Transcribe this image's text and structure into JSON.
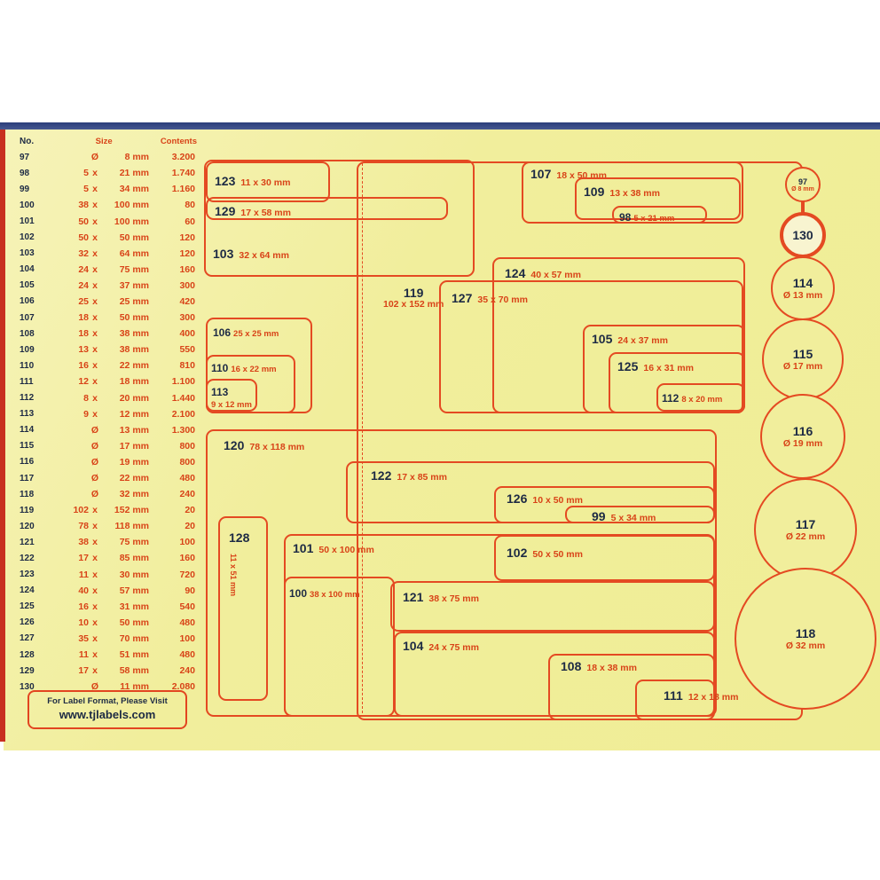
{
  "table": {
    "headers": {
      "no": "No.",
      "size": "Size",
      "contents": "Contents"
    },
    "rows": [
      [
        "97",
        "",
        "Ø",
        "8 mm",
        "3.200"
      ],
      [
        "98",
        "5",
        "x",
        "21 mm",
        "1.740"
      ],
      [
        "99",
        "5",
        "x",
        "34 mm",
        "1.160"
      ],
      [
        "100",
        "38",
        "x",
        "100 mm",
        "80"
      ],
      [
        "101",
        "50",
        "x",
        "100 mm",
        "60"
      ],
      [
        "102",
        "50",
        "x",
        "50 mm",
        "120"
      ],
      [
        "103",
        "32",
        "x",
        "64 mm",
        "120"
      ],
      [
        "104",
        "24",
        "x",
        "75 mm",
        "160"
      ],
      [
        "105",
        "24",
        "x",
        "37 mm",
        "300"
      ],
      [
        "106",
        "25",
        "x",
        "25 mm",
        "420"
      ],
      [
        "107",
        "18",
        "x",
        "50 mm",
        "300"
      ],
      [
        "108",
        "18",
        "x",
        "38 mm",
        "400"
      ],
      [
        "109",
        "13",
        "x",
        "38 mm",
        "550"
      ],
      [
        "110",
        "16",
        "x",
        "22 mm",
        "810"
      ],
      [
        "111",
        "12",
        "x",
        "18 mm",
        "1.100"
      ],
      [
        "112",
        "8",
        "x",
        "20 mm",
        "1.440"
      ],
      [
        "113",
        "9",
        "x",
        "12 mm",
        "2.100"
      ],
      [
        "114",
        "",
        "Ø",
        "13 mm",
        "1.300"
      ],
      [
        "115",
        "",
        "Ø",
        "17 mm",
        "800"
      ],
      [
        "116",
        "",
        "Ø",
        "19 mm",
        "800"
      ],
      [
        "117",
        "",
        "Ø",
        "22 mm",
        "480"
      ],
      [
        "118",
        "",
        "Ø",
        "32 mm",
        "240"
      ],
      [
        "119",
        "102",
        "x",
        "152 mm",
        "20"
      ],
      [
        "120",
        "78",
        "x",
        "118 mm",
        "20"
      ],
      [
        "121",
        "38",
        "x",
        "75 mm",
        "100"
      ],
      [
        "122",
        "17",
        "x",
        "85 mm",
        "160"
      ],
      [
        "123",
        "11",
        "x",
        "30 mm",
        "720"
      ],
      [
        "124",
        "40",
        "x",
        "57 mm",
        "90"
      ],
      [
        "125",
        "16",
        "x",
        "31 mm",
        "540"
      ],
      [
        "126",
        "10",
        "x",
        "50 mm",
        "480"
      ],
      [
        "127",
        "35",
        "x",
        "70 mm",
        "100"
      ],
      [
        "128",
        "11",
        "x",
        "51 mm",
        "480"
      ],
      [
        "129",
        "17",
        "x",
        "58 mm",
        "240"
      ],
      [
        "130",
        "",
        "Ø",
        "11 mm",
        "2.080"
      ]
    ]
  },
  "visit": {
    "line1": "For Label Format, Please Visit",
    "line2": "www.tjlabels.com"
  },
  "labels": [
    {
      "id": "103",
      "size": "32 x 64 mm"
    },
    {
      "id": "123",
      "size": "11 x 30 mm"
    },
    {
      "id": "129",
      "size": "17 x 58 mm"
    },
    {
      "id": "119",
      "size": "102 x 152 mm"
    },
    {
      "id": "107",
      "size": "18 x 50 mm"
    },
    {
      "id": "109",
      "size": "13 x 38 mm"
    },
    {
      "id": "98",
      "size": "5 x 21 mm"
    },
    {
      "id": "124",
      "size": "40 x 57 mm"
    },
    {
      "id": "127",
      "size": "35 x 70 mm"
    },
    {
      "id": "105",
      "size": "24 x 37 mm"
    },
    {
      "id": "125",
      "size": "16 x 31 mm"
    },
    {
      "id": "112",
      "size": "8 x 20 mm"
    },
    {
      "id": "106",
      "size": "25 x 25 mm"
    },
    {
      "id": "110",
      "size": "16 x 22 mm"
    },
    {
      "id": "113",
      "size": "9 x 12 mm"
    },
    {
      "id": "120",
      "size": "78 x 118 mm"
    },
    {
      "id": "122",
      "size": "17 x 85 mm"
    },
    {
      "id": "126",
      "size": "10 x 50 mm"
    },
    {
      "id": "99",
      "size": "5 x 34 mm"
    },
    {
      "id": "128",
      "size": "11 x 51 mm"
    },
    {
      "id": "101",
      "size": "50 x 100 mm"
    },
    {
      "id": "102",
      "size": "50 x 50 mm"
    },
    {
      "id": "100",
      "size": "38 x 100 mm"
    },
    {
      "id": "121",
      "size": "38 x 75 mm"
    },
    {
      "id": "104",
      "size": "24 x 75 mm"
    },
    {
      "id": "108",
      "size": "18 x 38 mm"
    },
    {
      "id": "111",
      "size": "12 x 18 mm"
    }
  ],
  "circles": [
    {
      "id": "97",
      "size": "Ø 8 mm"
    },
    {
      "id": "130",
      "size": ""
    },
    {
      "id": "114",
      "size": "Ø 13 mm"
    },
    {
      "id": "115",
      "size": "Ø 17 mm"
    },
    {
      "id": "116",
      "size": "Ø 19 mm"
    },
    {
      "id": "117",
      "size": "Ø 22 mm"
    },
    {
      "id": "118",
      "size": "Ø 32 mm"
    }
  ],
  "colors": {
    "line": "#e44a22",
    "number": "#1d2a44",
    "sheet": "#f1ee9c"
  }
}
